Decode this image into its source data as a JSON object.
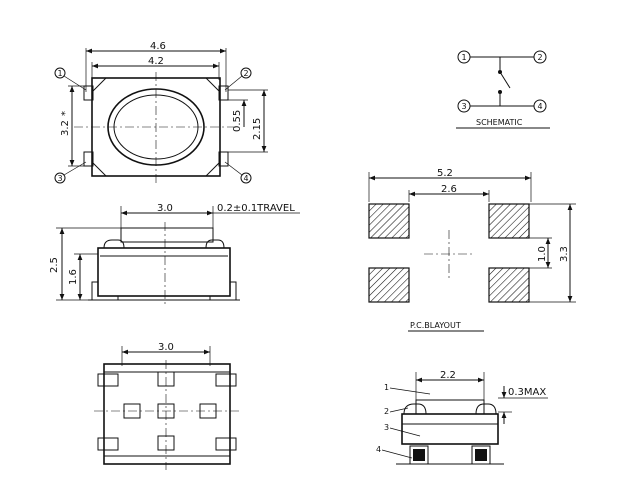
{
  "top_view": {
    "dim_outer_width": "4.6",
    "dim_inner_width": "4.2",
    "dim_height_left": "3.2",
    "dim_star": "*",
    "dim_gap": "0.55",
    "dim_right": "2.15",
    "pin1": "1",
    "pin2": "2",
    "pin3": "3",
    "pin4": "4"
  },
  "side_view": {
    "dim_width": "3.0",
    "dim_travel": "0.2±0.1TRAVEL",
    "dim_total_height": "2.5",
    "dim_body_height": "1.6"
  },
  "bottom_view": {
    "dim_width": "3.0"
  },
  "schematic": {
    "pin1": "1",
    "pin2": "2",
    "pin3": "3",
    "pin4": "4",
    "label": "SCHEMATIC"
  },
  "pcb_layout": {
    "dim_outer_width": "5.2",
    "dim_inner_width": "2.6",
    "dim_gap": "1.0",
    "dim_height": "3.3",
    "label": "P.C.BLAYOUT"
  },
  "detail_view": {
    "dim_width": "2.2",
    "dim_max": "0.3MAX",
    "callout_1": "1",
    "callout_2": "2",
    "callout_3": "3",
    "callout_4": "4"
  }
}
